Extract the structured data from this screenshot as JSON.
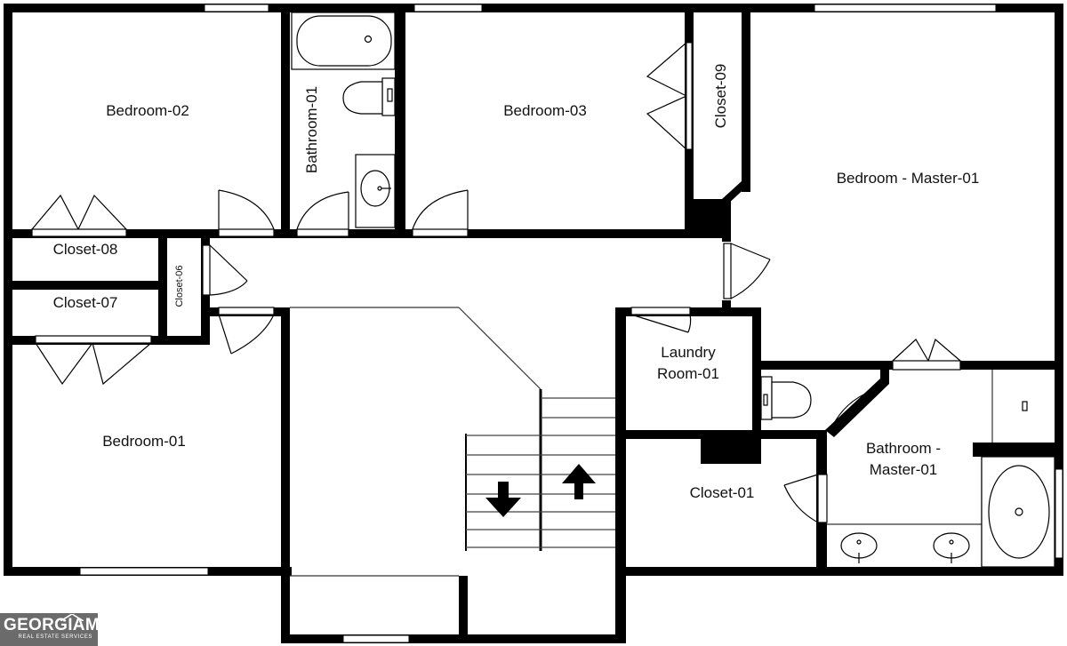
{
  "rooms": {
    "bedroom_02": "Bedroom-02",
    "bathroom_01": "Bathroom-01",
    "bedroom_03": "Bedroom-03",
    "closet_09": "Closet-09",
    "bedroom_master_01": "Bedroom - Master-01",
    "closet_08": "Closet-08",
    "closet_07": "Closet-07",
    "closet_06": "Closet-06",
    "laundry_line1": "Laundry",
    "laundry_line2": "Room-01",
    "bedroom_01": "Bedroom-01",
    "closet_01": "Closet-01",
    "bath_master_line1": "Bathroom -",
    "bath_master_line2": "Master-01"
  },
  "logo": {
    "brand": "GEORGIAMLS",
    "tagline": "REAL ESTATE SERVICES"
  },
  "colors": {
    "wall": "#000000",
    "background": "#ffffff",
    "fixture_fill": "#f4f4f4",
    "logo_bg": "#6b6b6b"
  }
}
